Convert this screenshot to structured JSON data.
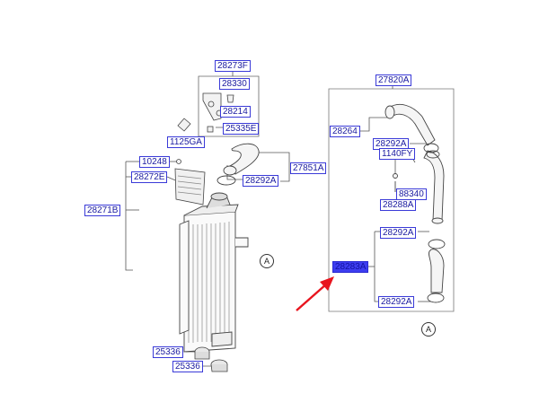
{
  "diagram": {
    "labels": {
      "p28273F": "28273F",
      "p28330": "28330",
      "p28214": "28214",
      "p25335E": "25335E",
      "p1125GA": "1125GA",
      "p10248": "10248",
      "p28272E": "28272E",
      "p28271B": "28271B",
      "p28292A_left": "28292A",
      "p27851A": "27851A",
      "p25336": "25336",
      "p25336b": "25336",
      "p27820A": "27820A",
      "p28264": "28264",
      "p28292A_r1": "28292A",
      "p1140FY": "1140FY",
      "p88340": "88340",
      "p28288A": "28288A",
      "p28292A_r2": "28292A",
      "p28283A": "28283A",
      "p28292A_r3": "28292A"
    },
    "callouts": {
      "left": "A",
      "bottom": "A"
    },
    "colors": {
      "label_text": "#1a1aa0",
      "label_border": "#3a3ad8",
      "selected_fill": "#3d3df0",
      "arrow": "#e8141e"
    }
  }
}
